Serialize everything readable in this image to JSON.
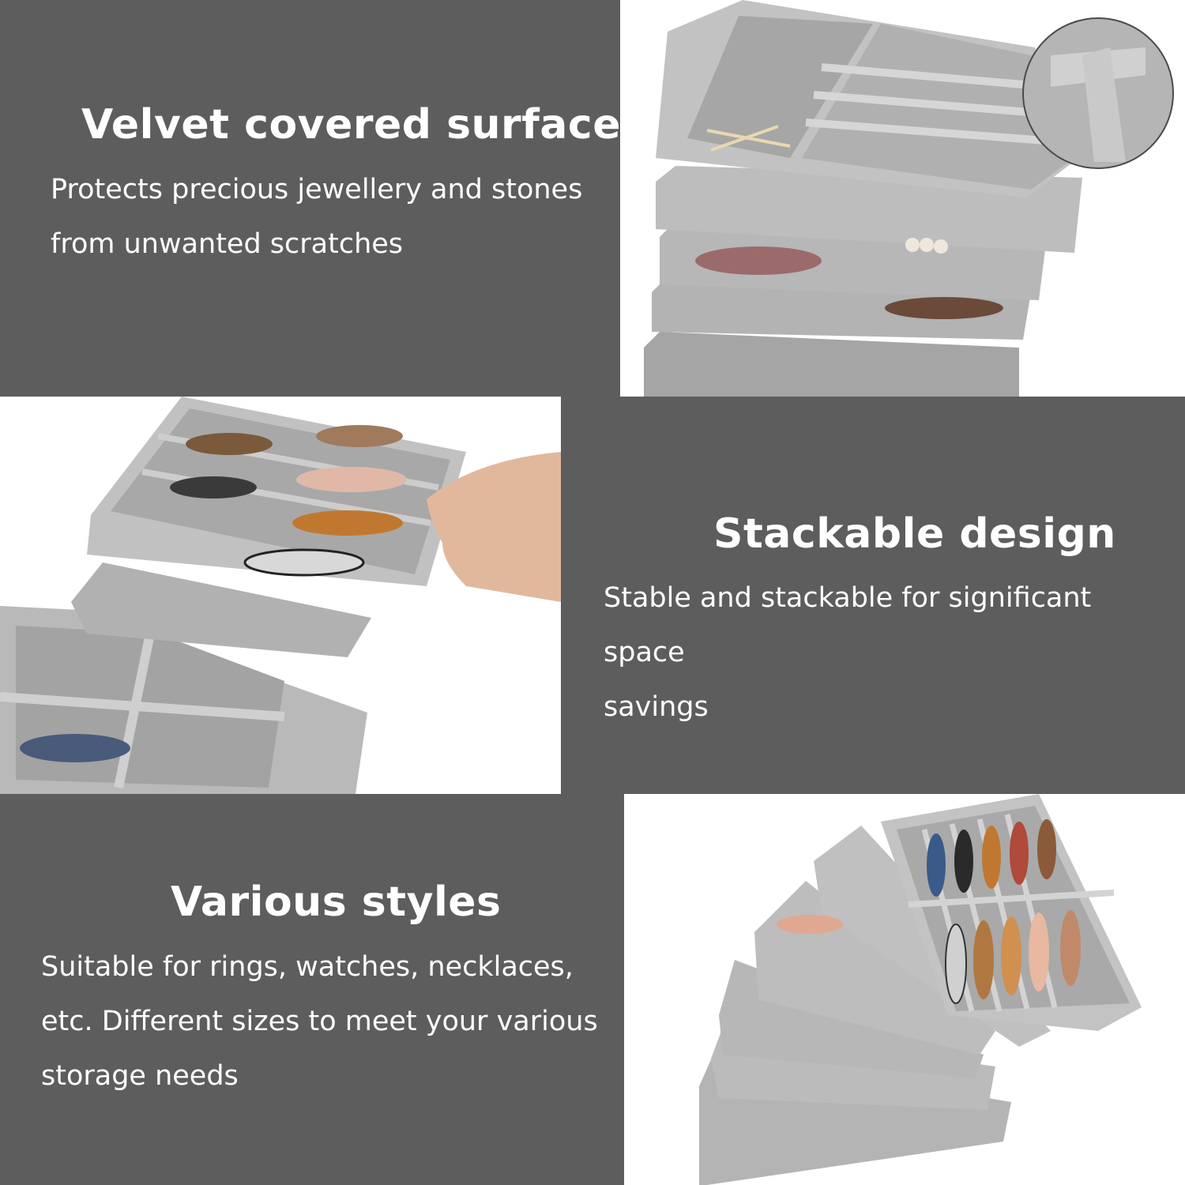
{
  "sections": [
    {
      "heading": "Velvet covered surface",
      "body_lines": [
        "Protects precious jewellery and stones",
        "from unwanted scratches"
      ]
    },
    {
      "heading": "Stackable design",
      "body_lines": [
        "Stable and stackable for significant space",
        "savings"
      ]
    },
    {
      "heading": "Various styles",
      "body_lines": [
        "Suitable for rings, watches, necklaces,",
        "etc. Different sizes to meet your various",
        "storage needs"
      ]
    }
  ],
  "colors": {
    "panel": "#5d5d5d",
    "velvet": "#b9b9b9",
    "velvet_dark": "#9a9a9a",
    "text": "#ffffff"
  }
}
